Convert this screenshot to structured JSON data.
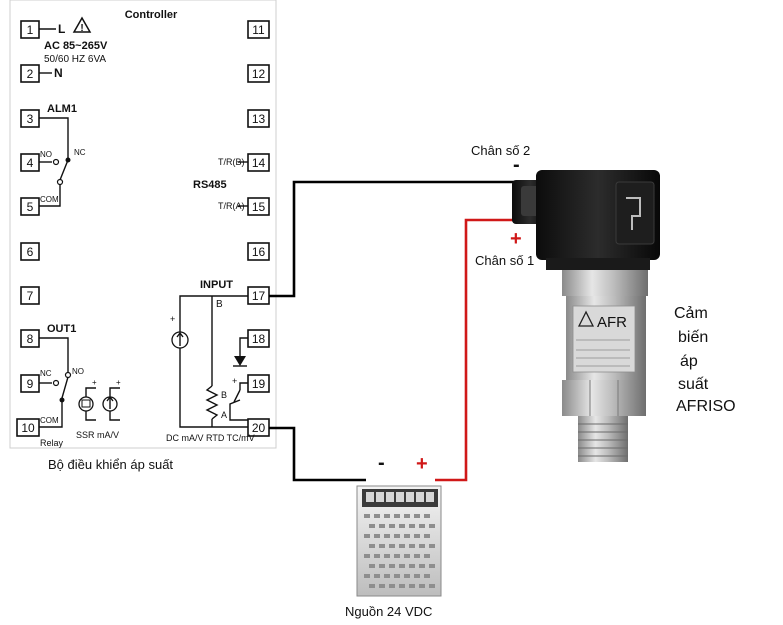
{
  "controller": {
    "title": "Controller",
    "left_terminals": [
      "1",
      "2",
      "3",
      "4",
      "5",
      "6",
      "7",
      "8",
      "9",
      "10"
    ],
    "right_terminals": [
      "11",
      "12",
      "13",
      "14",
      "15",
      "16",
      "17",
      "18",
      "19",
      "20"
    ],
    "l_label": "L",
    "n_label": "N",
    "ac_label": "AC 85~265V",
    "freq_label": "50/60 HZ  6VA",
    "alm1_label": "ALM1",
    "nc_label": "NC",
    "no_label": "NO",
    "com_label": "COM",
    "out1_label": "OUT1",
    "out_nc_label": "NC",
    "out_no_label": "NO",
    "out_com_label": "COM",
    "relay_label": "Relay",
    "ssr_label": "SSR mA/V",
    "rs485_label": "RS485",
    "tr_b_label": "T/R(B)",
    "tr_a_label": "T/R(A)",
    "input_label": "INPUT",
    "b_label": "B",
    "b2_label": "B",
    "a_label": "A",
    "input_types_label": "DC mA/V RTD TC/mV",
    "caption": "Bộ điều khiển áp suất"
  },
  "sensor": {
    "pin2_label": "Chân số 2",
    "pin2_sign": "-",
    "pin1_label": "Chân số 1",
    "pin1_sign": "+",
    "brand_label": "AFR",
    "caption_lines": [
      "Cảm",
      "biến",
      "áp",
      "suất",
      "AFRISO"
    ]
  },
  "psu": {
    "minus_sign": "-",
    "plus_sign": "+",
    "caption": "Nguồn 24 VDC"
  },
  "colors": {
    "positive_wire": "#d01818",
    "negative_wire": "#000000"
  }
}
